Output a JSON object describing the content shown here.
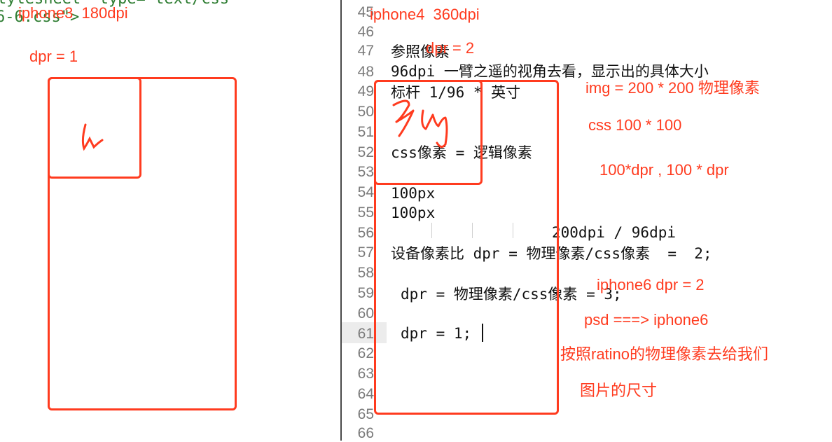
{
  "left": {
    "code_line_1": "tylesheet\" type=\"text/css",
    "code_line_2": "6-6.css\">",
    "phone_label": "iphone3  180dpi",
    "dpr_label": "dpr = 1"
  },
  "editor": {
    "gutter": [
      "45",
      "46",
      "47",
      "48",
      "49",
      "50",
      "51",
      "52",
      "53",
      "54",
      "55",
      "56",
      "57",
      "58",
      "59",
      "60",
      "61",
      "62",
      "63",
      "64",
      "65",
      "66"
    ],
    "current_line": "61",
    "lines": {
      "l47": "参照像素",
      "l48": "96dpi 一臂之遥的视角去看，显示出的具体大小",
      "l49": "标杆 1/96 * 英寸",
      "l52": "css像素 = 逻辑像素",
      "l54": "100px",
      "l55": "100px",
      "l56": "200dpi / 96dpi",
      "l57": "设备像素比 dpr = 物理像素/css像素  =  2;",
      "l59": "dpr = 物理像素/css像素 = 3;",
      "l61": "dpr = 1;"
    }
  },
  "annotations": {
    "a_iphone4": "iphone4  360dpi",
    "a_dpr2": "dpr = 2",
    "a_img": "img = 200 * 200 物理像素",
    "a_css100": "css 100 * 100",
    "a_dpr_mult": "100*dpr , 100 * dpr",
    "a_iphone6": "iphone6 dpr = 2",
    "a_psd": "psd ===> iphone6",
    "a_ratino": "按照ratino的物理像素去给我们",
    "a_size": "图片的尺寸",
    "handwriting_left": "hand-scribble",
    "handwriting_right": "img-scribble"
  },
  "colors": {
    "annotation_red": "#ff3b1f",
    "code_green": "#2e7d32",
    "keyword_blue": "#1f2bd3"
  }
}
